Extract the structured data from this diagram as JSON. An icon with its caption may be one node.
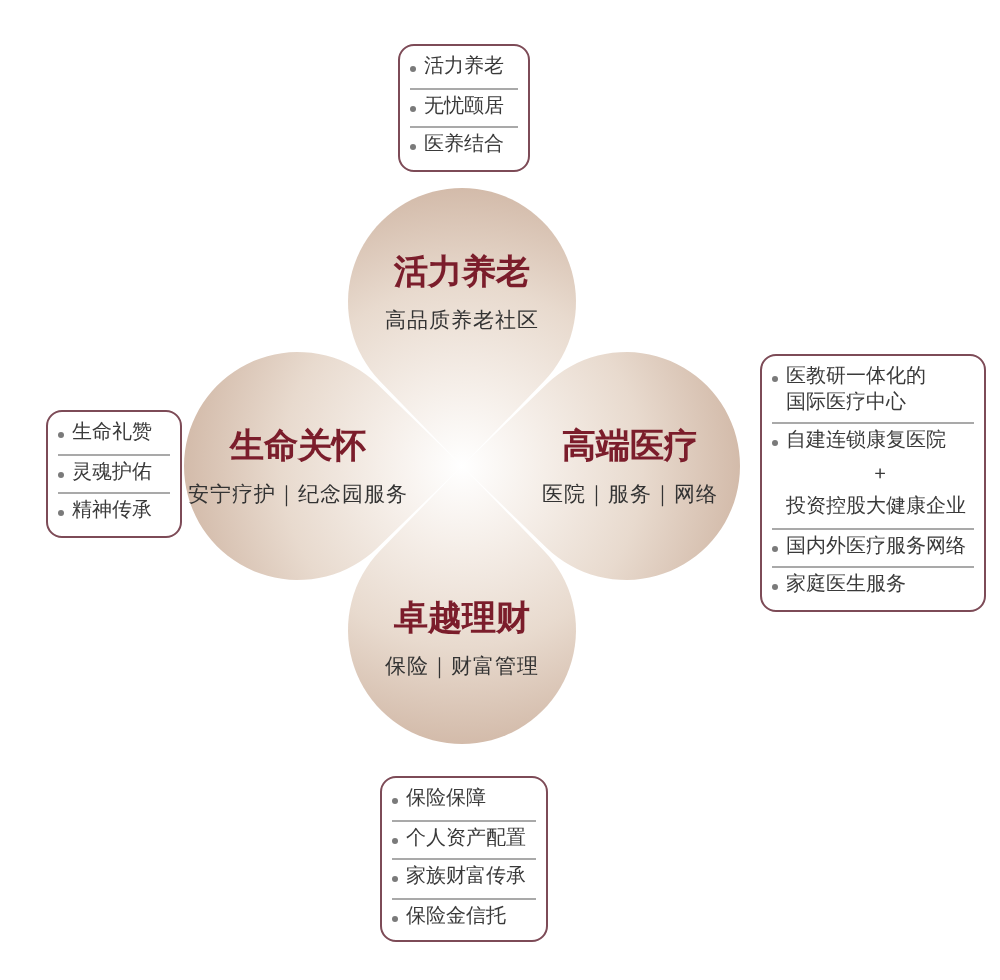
{
  "diagram": {
    "nodes": [
      {
        "text": [
          "活力养老",
          "无忧颐居",
          "医养结合"
        ]
      },
      {
        "text": [
          "活力养老",
          "高品质养老社区"
        ]
      },
      {
        "text": [
          "生命礼赞",
          "灵魂护佑",
          "精神传承"
        ]
      },
      {
        "text": [
          "生命关怀",
          "安宁疗护｜纪念园服务"
        ]
      },
      {
        "text": [
          "高端医疗",
          "医院｜服务｜网络"
        ]
      },
      {
        "text": [
          "医教研一体化的国际医疗中心",
          "自建连锁康复医院",
          "+",
          "投资控股大健康企业",
          "国内外医疗服务网络",
          "家庭医生服务"
        ]
      },
      {
        "text": [
          "卓越理财",
          "保险｜财富管理"
        ]
      },
      {
        "text": [
          "保险保障",
          "个人资产配置",
          "家族财富传承",
          "保险金信托"
        ]
      }
    ]
  }
}
